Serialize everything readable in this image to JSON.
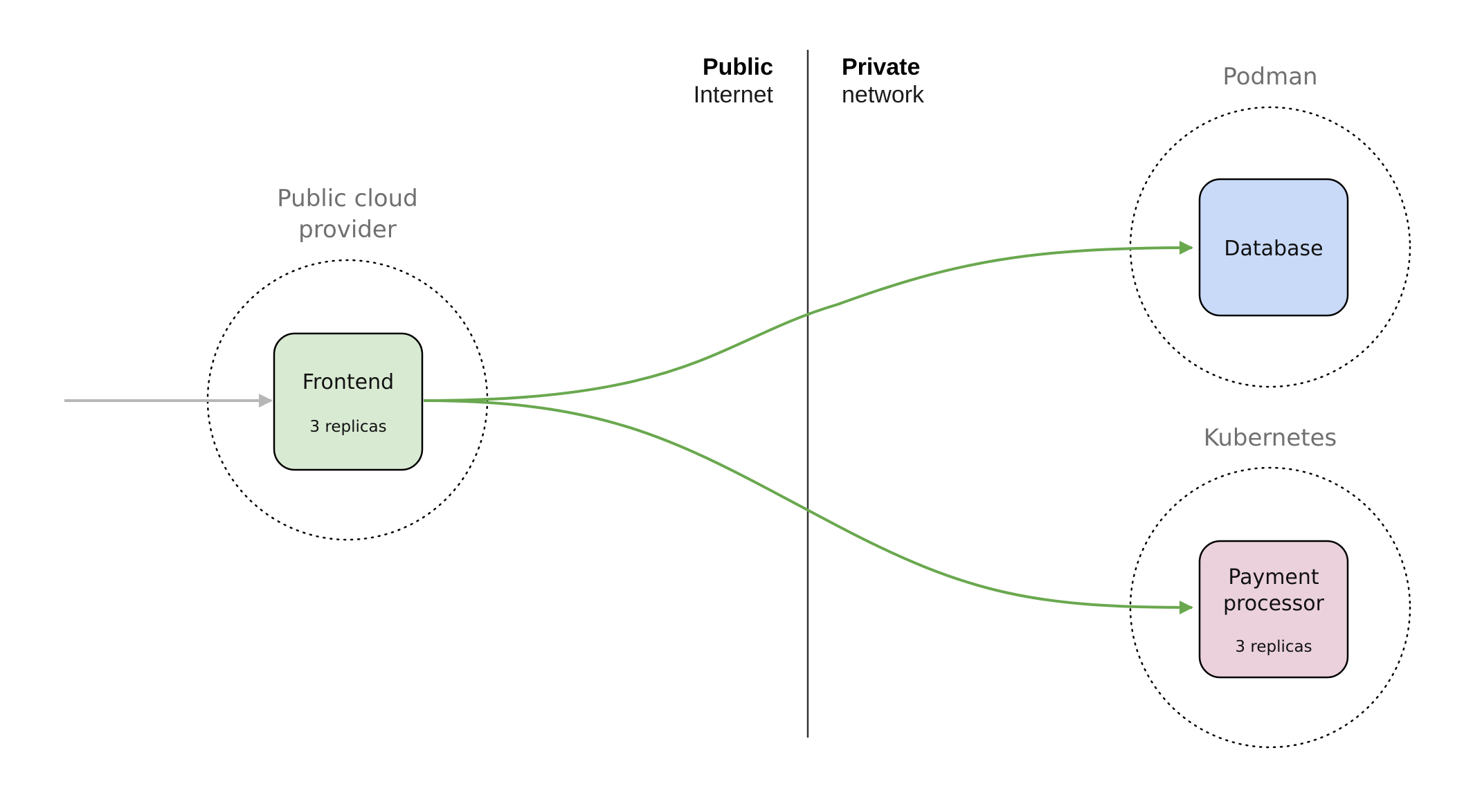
{
  "network": {
    "public_bold": "Public",
    "public_sub": "Internet",
    "private_bold": "Private",
    "private_sub": "network"
  },
  "regions": {
    "cloud": {
      "title_line1": "Public cloud",
      "title_line2": "provider"
    },
    "podman": {
      "title": "Podman"
    },
    "kubernetes": {
      "title": "Kubernetes"
    }
  },
  "nodes": {
    "frontend": {
      "label": "Frontend",
      "sub": "3 replicas",
      "color": "#d9ead3"
    },
    "database": {
      "label": "Database",
      "color": "#c9daf8"
    },
    "payment": {
      "label_line1": "Payment",
      "label_line2": "processor",
      "sub": "3 replicas",
      "color": "#ead1dc"
    }
  },
  "colors": {
    "flow": "#6aa84f",
    "ingress": "#b7b7b7",
    "divider": "#333333",
    "boundary": "#000000"
  }
}
